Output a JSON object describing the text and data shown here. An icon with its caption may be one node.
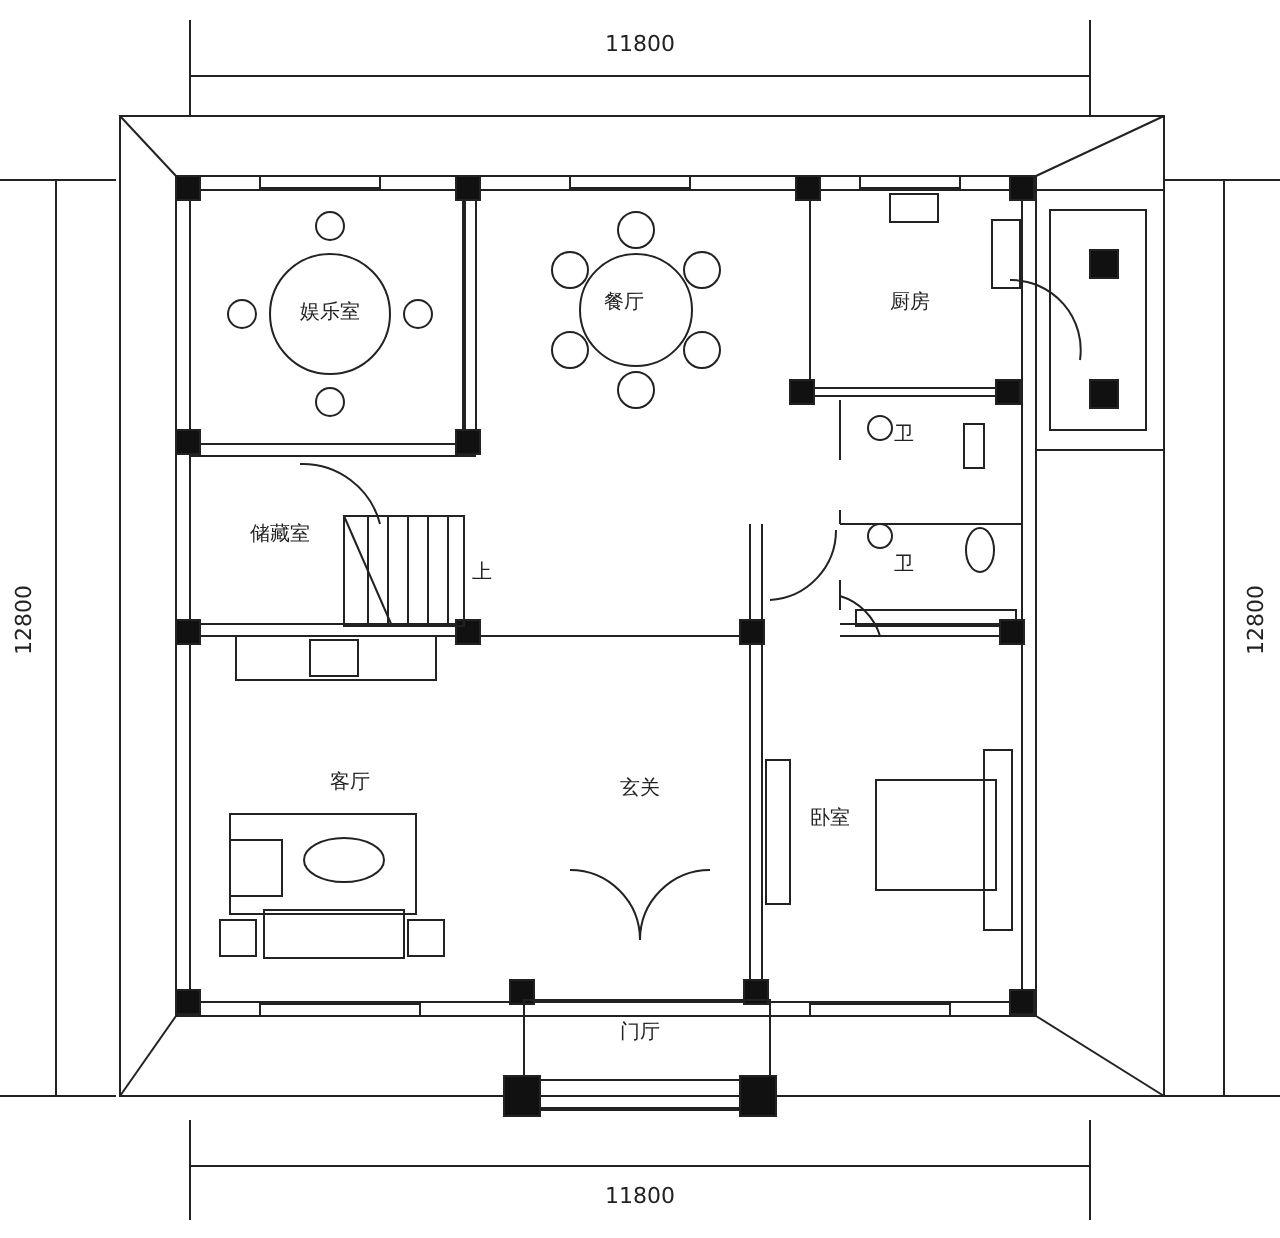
{
  "diagram": {
    "labels": [
      "11800",
      "娱乐室",
      "餐厅",
      "厨房",
      "卫",
      "储藏室",
      "上",
      "卫",
      "12800",
      "12800",
      "客厅",
      "玄关",
      "卧室",
      "门厅",
      "11800"
    ]
  }
}
